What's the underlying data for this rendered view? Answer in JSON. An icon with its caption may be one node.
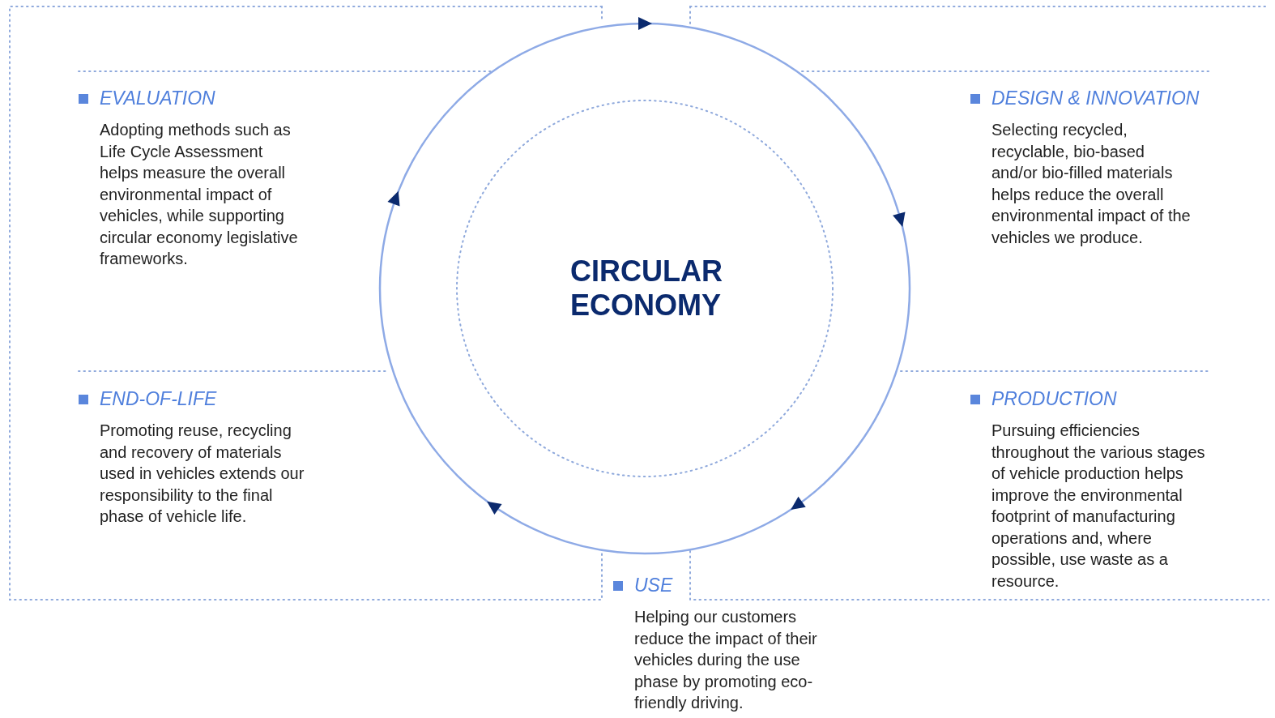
{
  "diagram": {
    "nodes": [
      {
        "text": [
          "CIRCULAR ECONOMY"
        ]
      },
      {
        "text": [
          "EVALUATION",
          "Adopting methods such as Life Cycle Assessment helps measure the overall environmental impact of vehicles, while supporting circular economy legislative frameworks."
        ]
      },
      {
        "text": [
          "DESIGN & INNOVATION",
          "Selecting recycled, recyclable, bio-based and/or bio-filled materials helps reduce the overall environmental impact of the vehicles we produce."
        ]
      },
      {
        "text": [
          "END-OF-LIFE",
          "Promoting reuse, recycling and recovery of materials used in vehicles extends our responsibility to the final phase of vehicle life."
        ]
      },
      {
        "text": [
          "PRODUCTION",
          "Pursuing efficiencies throughout the various stages of vehicle production helps improve the environmental footprint of manufacturing operations and, where possible, use waste as a resource."
        ]
      },
      {
        "text": [
          "USE",
          "Helping our customers reduce the impact of their vehicles during the use phase by promoting eco-friendly driving."
        ]
      }
    ]
  }
}
